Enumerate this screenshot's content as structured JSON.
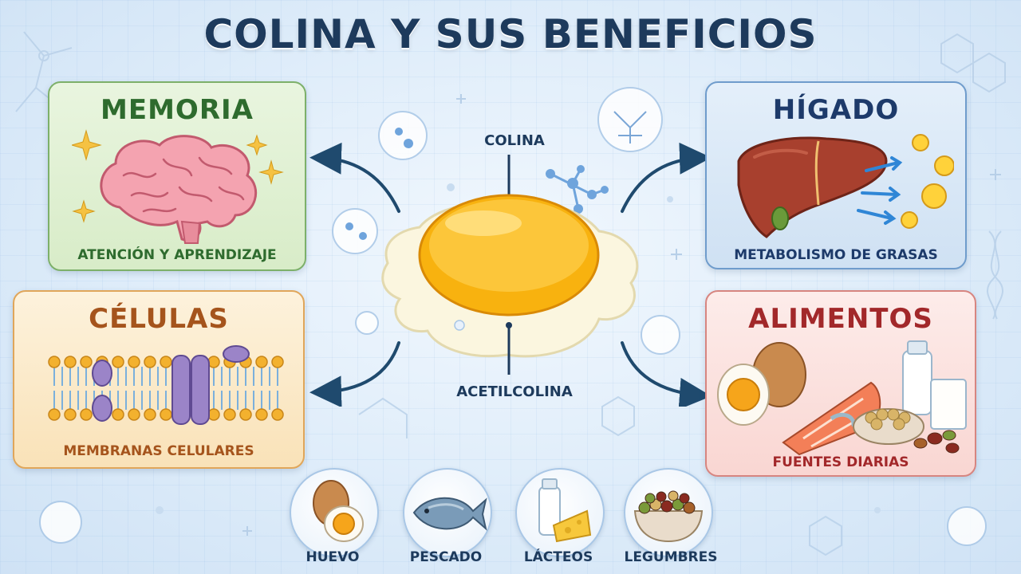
{
  "title": "COLINA Y SUS BENEFICIOS",
  "center": {
    "top_label": "COLINA",
    "bottom_label": "ACETILCOLINA"
  },
  "panels": {
    "memoria": {
      "title": "MEMORIA",
      "caption": "ATENCIÓN Y APRENDIZAJE"
    },
    "higado": {
      "title": "HÍGADO",
      "caption": "METABOLISMO DE GRASAS"
    },
    "celulas": {
      "title": "CÉLULAS",
      "caption": "MEMBRANAS CELULARES"
    },
    "alimentos": {
      "title": "ALIMENTOS",
      "caption": "FUENTES DIARIAS"
    }
  },
  "foods": [
    {
      "label": "HUEVO",
      "icon": "egg-icon"
    },
    {
      "label": "PESCADO",
      "icon": "fish-icon"
    },
    {
      "label": "LÁCTEOS",
      "icon": "dairy-icon"
    },
    {
      "label": "LEGUMBRES",
      "icon": "legumes-icon"
    }
  ],
  "colors": {
    "title": "#1d3a5c",
    "memoria": "#2e6b2e",
    "higado": "#1d3a6a",
    "celulas": "#a5541c",
    "alimentos": "#a2282a",
    "arrow": "#1f4a6e"
  }
}
